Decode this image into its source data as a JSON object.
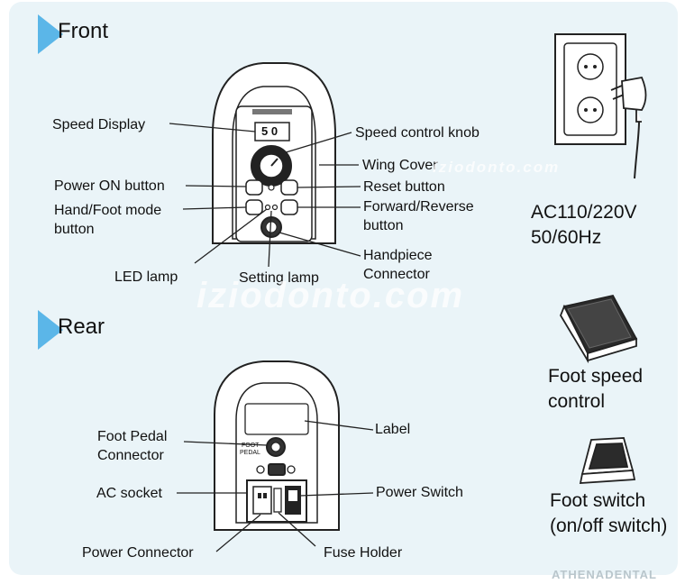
{
  "sections": {
    "front": "Front",
    "rear": "Rear"
  },
  "front_labels": {
    "speed_display": "Speed Display",
    "speed_knob": "Speed control knob",
    "wing_cover": "Wing Cover",
    "power_on": "Power ON button",
    "reset": "Reset button",
    "hand_foot_1": "Hand/Foot mode",
    "hand_foot_2": "button",
    "fwd_rev_1": "Forward/Reverse",
    "fwd_rev_2": "button",
    "handpiece_1": "Handpiece",
    "handpiece_2": "Connector",
    "led": "LED lamp",
    "setting": "Setting lamp",
    "display_value": "5 0"
  },
  "rear_labels": {
    "foot_pedal_1": "Foot Pedal",
    "foot_pedal_2": "Connector",
    "label": "Label",
    "ac_socket": "AC socket",
    "power_switch": "Power Switch",
    "power_connector": "Power Connector",
    "fuse_holder": "Fuse Holder",
    "foot_pedal_print_1": "FOOT",
    "foot_pedal_print_2": "PEDAL"
  },
  "side_labels": {
    "ac_1": "AC110/220V",
    "ac_2": "50/60Hz",
    "foot_speed_1": "Foot speed",
    "foot_speed_2": "control",
    "foot_switch_1": "Foot switch",
    "foot_switch_2": "(on/off switch)"
  },
  "watermarks": {
    "large": "iziodonto.com",
    "small": "iziodonto.com",
    "brand": "ATHENADENTAL"
  },
  "colors": {
    "panel": "#eaf4f8",
    "triangle": "#5bb6e8",
    "device": "#ffffff",
    "outline": "#222222"
  }
}
